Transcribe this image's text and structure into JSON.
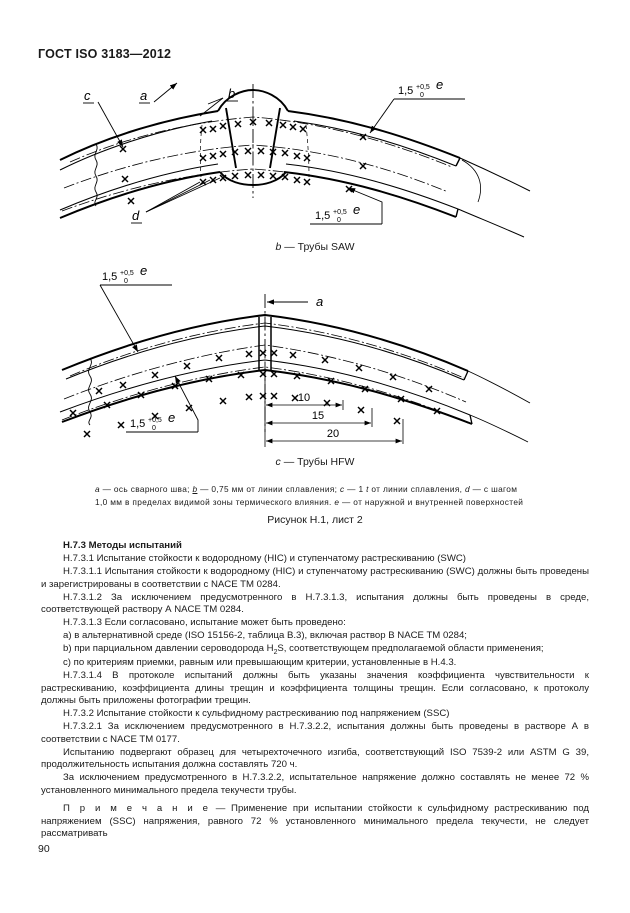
{
  "header": {
    "standard_title": "ГОСТ ISO 3183—2012"
  },
  "figures": [
    {
      "id": "saw",
      "caption_label": "b",
      "caption_text": "— Трубы SAW",
      "axis_label": "a",
      "callouts": [
        "c",
        "a",
        "b",
        "d"
      ],
      "dimension_notes": [
        {
          "value": "1,5",
          "sup": "+0,5",
          "sub": "0",
          "symbol": "e"
        },
        {
          "value": "1,5",
          "sup": "+0,5",
          "sub": "0",
          "symbol": "e"
        }
      ]
    },
    {
      "id": "hfw",
      "caption_label": "c",
      "caption_text": "— Трубы HFW",
      "axis_label": "a",
      "dimension_notes": [
        {
          "value": "1,5",
          "sup": "+0,5",
          "sub": "0",
          "symbol": "e"
        },
        {
          "value": "1,5",
          "sup": "+0,5",
          "sub": "0",
          "symbol": "e"
        }
      ],
      "linear_dimensions": [
        "10",
        "15",
        "20"
      ]
    }
  ],
  "legend": {
    "line1_pre": "a",
    "line1": " — ось сварного шва; ",
    "b": "b",
    "line1b": " — 0,75 мм от линии сплавления; ",
    "c": "c",
    "line1c": " — 1 ",
    "t": "t",
    "line1d": " от линии сплавления, ",
    "d": "d",
    "line1e": " — с шагом",
    "line2a": "1,0 мм в пределах видимой зоны термического влияния. ",
    "e": "e",
    "line2b": " — от наружной и внутренней поверхностей",
    "full_line_1": "a — ось сварного шва; b — 0,75 мм от линии сплавления; c — 1 t от линии сплавления, d — с шагом",
    "full_line_2": "1,0 мм в пределах видимой зоны термического влияния. e — от наружной и внутренней поверхностей"
  },
  "figure_number": "Рисунок Н.1, лист 2",
  "sections": {
    "heading": "Н.7.3 Методы испытаний",
    "p1": "Н.7.3.1 Испытание стойкости к водородному (HIC) и ступенчатому растрескиванию (SWC)",
    "p2": "Н.7.3.1.1 Испытания стойкости к водородному (HIC) и ступенчатому растрескиванию (SWC) должны быть проведены и зарегистрированы в соответствии с NACE TM 0284.",
    "p3": "Н.7.3.1.2 За исключением предусмотренного в Н.7.3.1.3, испытания должны быть проведены в среде, соответствующей раствору А NACE TM 0284.",
    "p4": "Н.7.3.1.3 Если согласовано, испытание может быть проведено:",
    "p5": "a) в альтернативной среде (ISO 15156-2, таблица В.3), включая раствор В NACE TM 0284;",
    "p6_pre": "b) при парциальном  давлении сероводорода H",
    "p6_sub": "2",
    "p6_post": "S, соответствующем предполагаемой области применения;",
    "p7": "c) по критериям приемки, равным или превышающим критерии, установленные в Н.4.3.",
    "p8": "Н.7.3.1.4 В протоколе испытаний должны быть указаны значения коэффициента чувствительности к растрескиванию, коэффициента длины трещин и коэффициента толщины трещин. Если согласовано, к протоколу должны быть приложены фотографии трещин.",
    "p9": "Н.7.3.2 Испытание стойкости к сульфидному растрескиванию под напряжением (SSC)",
    "p10": "Н.7.3.2.1 За исключением предусмотренного в Н.7.3.2.2,  испытания  должны быть проведены в растворе А в соответствии с NACE TM 0177.",
    "p11": "Испытанию подвергают  образец  для  четырехточечного  изгиба,  соответствующий  ISO 7539-2  или ASTM G 39, продолжительность испытания должна составлять 720 ч.",
    "p12": "За исключением предусмотренного в Н.7.3.2.2, испытательное напряжение должно составлять не менее 72 % установленного минимального предела текучести трубы.",
    "note_label": "П р и м е ч а н и е",
    "note_body": " — Применение при испытании стойкости к сульфидному растрескиванию под напряжением (SSC) напряжения, равного 72 % установленного минимального предела текучести, не следует рассматривать"
  },
  "page_number": "90",
  "colors": {
    "ink": "#1a1a1a",
    "line": "#000000",
    "background": "#ffffff"
  }
}
